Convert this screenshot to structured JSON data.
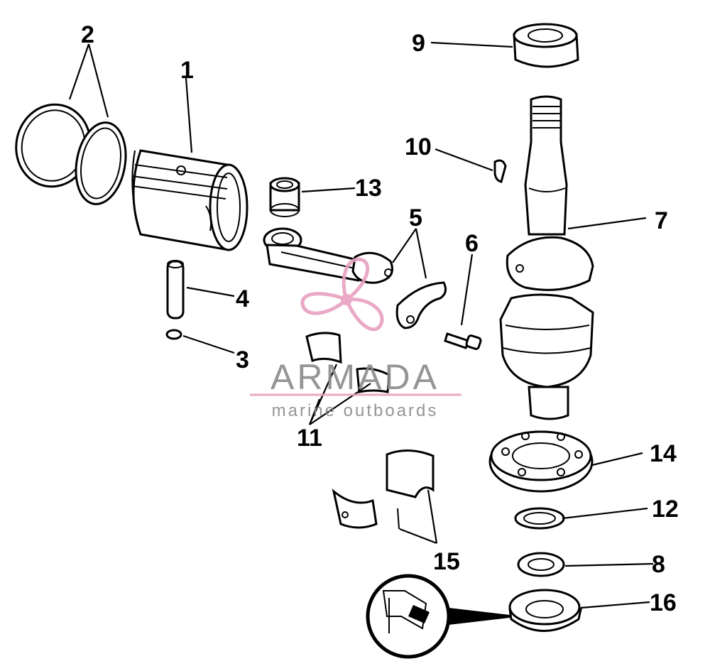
{
  "diagram": {
    "callouts": [
      {
        "id": "c1",
        "label": "1"
      },
      {
        "id": "c2",
        "label": "2"
      },
      {
        "id": "c3",
        "label": "3"
      },
      {
        "id": "c4",
        "label": "4"
      },
      {
        "id": "c5",
        "label": "5"
      },
      {
        "id": "c6",
        "label": "6"
      },
      {
        "id": "c7",
        "label": "7"
      },
      {
        "id": "c8",
        "label": "8"
      },
      {
        "id": "c9",
        "label": "9"
      },
      {
        "id": "c10",
        "label": "10"
      },
      {
        "id": "c11",
        "label": "11"
      },
      {
        "id": "c12",
        "label": "12"
      },
      {
        "id": "c13",
        "label": "13"
      },
      {
        "id": "c14",
        "label": "14"
      },
      {
        "id": "c15",
        "label": "15"
      },
      {
        "id": "c16",
        "label": "16"
      }
    ]
  },
  "watermark": {
    "brand": "ARMADA",
    "tagline": "marine outboards",
    "colors": {
      "text": "#8a8a8a",
      "accent": "#e8a0c0"
    }
  }
}
